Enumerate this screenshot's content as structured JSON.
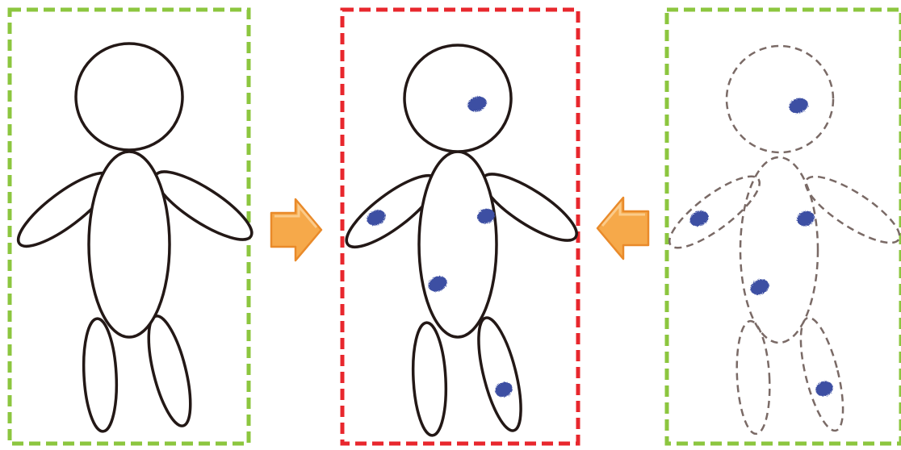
{
  "colors": {
    "normal_frame": "#8cc63f",
    "highlight_frame": "#e8272d",
    "figure_outline": "#231816",
    "ghost_outline": "#7a6a66",
    "spot": "#3d4fa3",
    "arrow_fill": "#f6a94a",
    "arrow_edge": "#e98a2a"
  },
  "panels": [
    {
      "name": "plain-figure",
      "frame": "dashed-green",
      "spots": 0
    },
    {
      "name": "combined-figure",
      "frame": "dashed-red",
      "spots": 5
    },
    {
      "name": "spots-figure",
      "frame": "dashed-green",
      "figure_outline": "dashed",
      "spots": 5
    }
  ],
  "arrows": [
    {
      "name": "left-arrow",
      "direction": "right",
      "color": "orange"
    },
    {
      "name": "right-arrow",
      "direction": "left",
      "color": "orange"
    }
  ]
}
